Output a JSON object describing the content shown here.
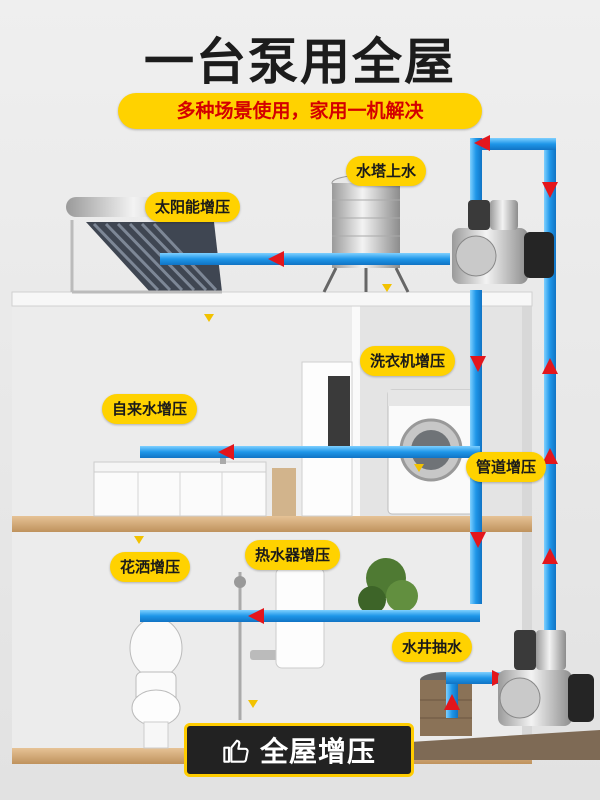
{
  "title": "一台泵用全屋",
  "subtitle": "多种场景使用，家用一机解决",
  "labels": {
    "tower": "水塔上水",
    "solar": "太阳能增压",
    "washer": "洗衣机增压",
    "tap": "自来水增压",
    "pipe": "管道增压",
    "shower": "花洒增压",
    "heater": "热水器增压",
    "well": "水井抽水"
  },
  "badge": {
    "text": "全屋增压",
    "icon": "thumbs-up-icon"
  },
  "colors": {
    "accent": "#ffd200",
    "pipe_blue": "#29a3f0",
    "arrow_red": "#e3161c"
  }
}
